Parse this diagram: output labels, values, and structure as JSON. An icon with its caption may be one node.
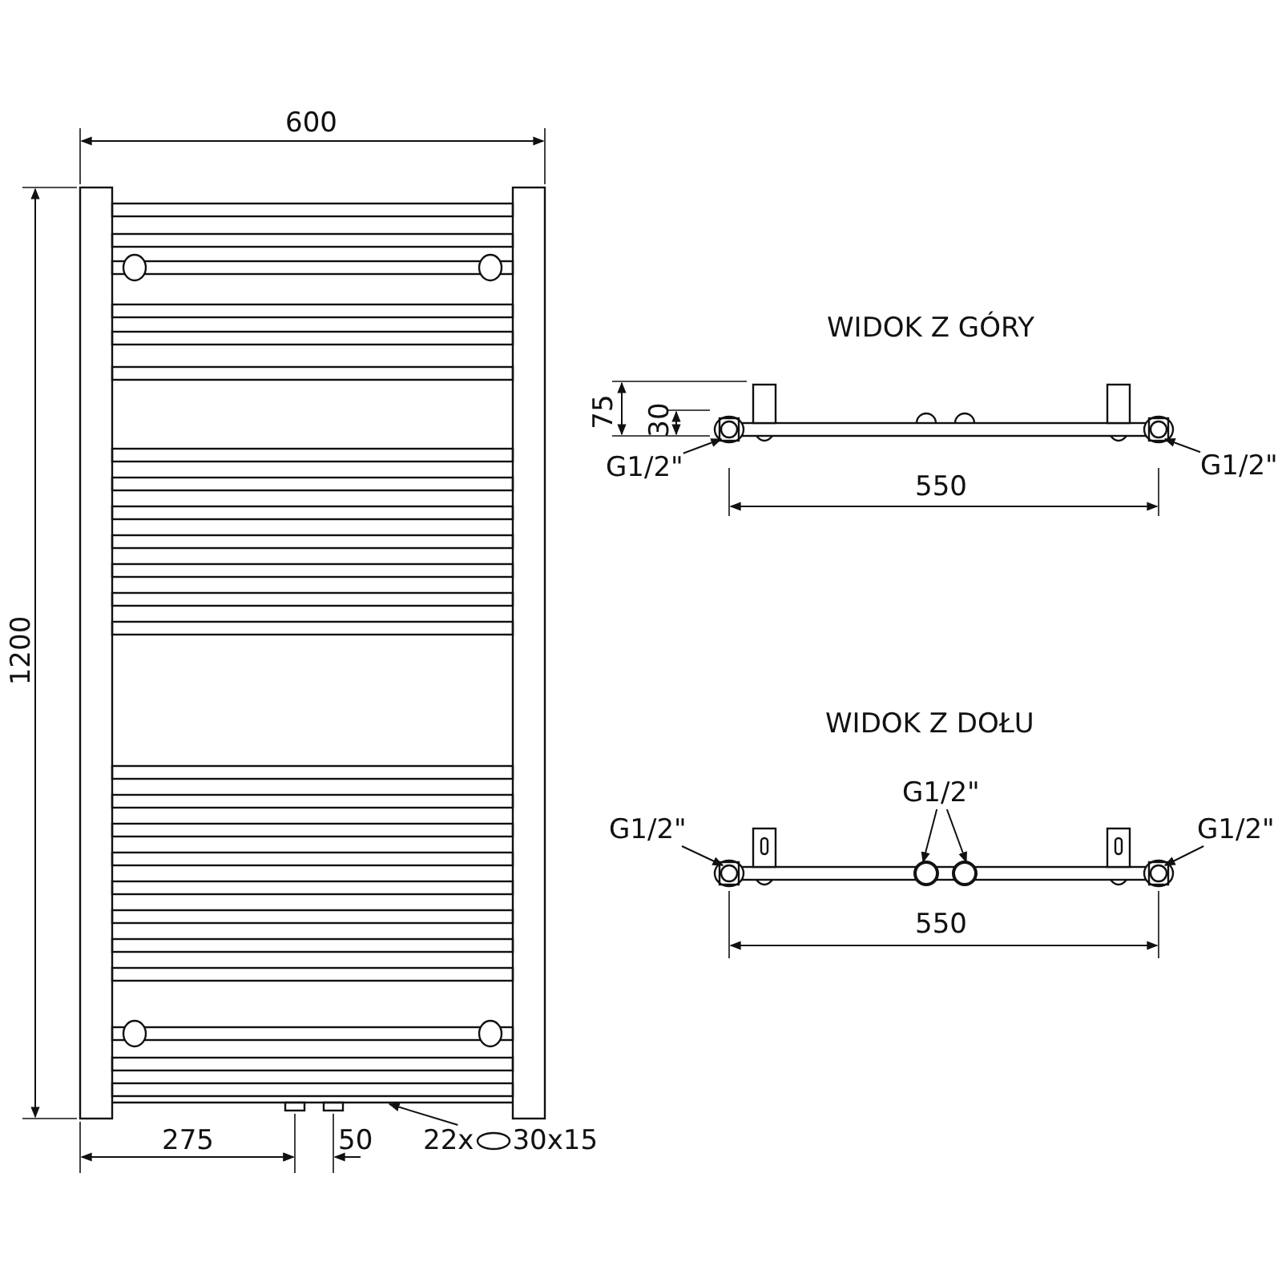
{
  "diagram": {
    "nodes": [
      {
        "text": [
          "G1/2\""
        ]
      },
      {
        "text": [
          "G1/2\""
        ]
      },
      {
        "text": [
          "G1/2\""
        ]
      },
      {
        "text": [
          "G1/2\""
        ]
      },
      {
        "text": [
          "G1/2\""
        ]
      },
      {
        "text": [
          "22x",
          "30x15"
        ]
      }
    ],
    "edges": [
      {
        "from": 0,
        "to": null,
        "arrow": "to"
      },
      {
        "from": 1,
        "to": null,
        "arrow": "to"
      },
      {
        "from": 2,
        "to": null,
        "arrow": "to"
      },
      {
        "from": 3,
        "to": null,
        "arrow": "to"
      },
      {
        "from": 3,
        "to": null,
        "arrow": "to"
      },
      {
        "from": 4,
        "to": null,
        "arrow": "to"
      },
      {
        "from": 5,
        "to": null,
        "arrow": "to"
      }
    ],
    "labels": [
      "600",
      "WIDOK Z GÓRY",
      "1200",
      "75",
      "30",
      "550",
      "WIDOK Z DOŁU",
      "550",
      "275",
      "50"
    ]
  }
}
